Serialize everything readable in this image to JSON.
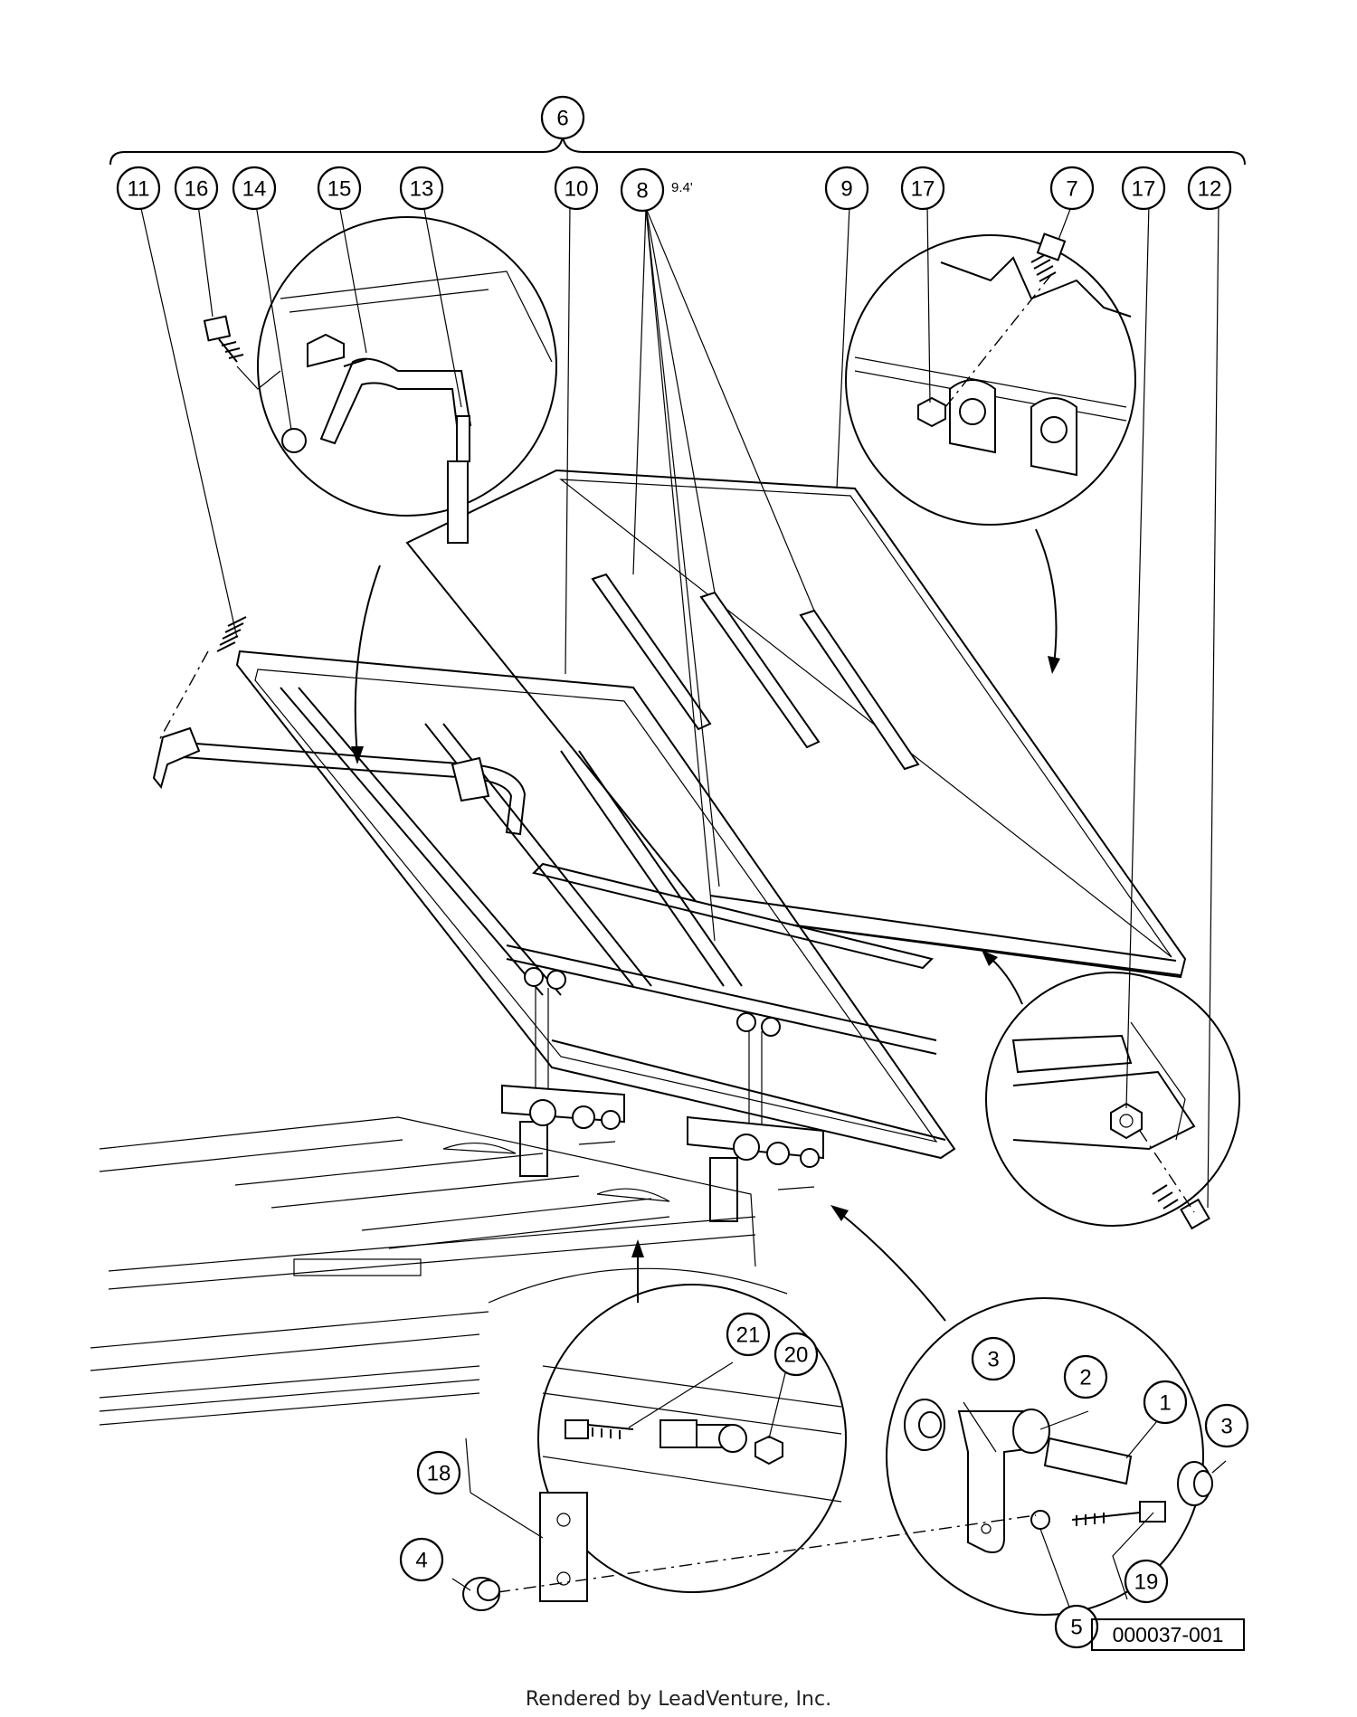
{
  "figure_id": "000037-001",
  "footer_credit": "Rendered by LeadVenture, Inc.",
  "scale_note": "9.4'",
  "callouts": [
    {
      "id": "c6",
      "label": "6"
    },
    {
      "id": "c11",
      "label": "11"
    },
    {
      "id": "c16",
      "label": "16"
    },
    {
      "id": "c14",
      "label": "14"
    },
    {
      "id": "c15",
      "label": "15"
    },
    {
      "id": "c13",
      "label": "13"
    },
    {
      "id": "c10",
      "label": "10"
    },
    {
      "id": "c8",
      "label": "8"
    },
    {
      "id": "c9",
      "label": "9"
    },
    {
      "id": "c17a",
      "label": "17"
    },
    {
      "id": "c7",
      "label": "7"
    },
    {
      "id": "c17b",
      "label": "17"
    },
    {
      "id": "c12",
      "label": "12"
    },
    {
      "id": "c21",
      "label": "21"
    },
    {
      "id": "c20",
      "label": "20"
    },
    {
      "id": "c3a",
      "label": "3"
    },
    {
      "id": "c2",
      "label": "2"
    },
    {
      "id": "c1",
      "label": "1"
    },
    {
      "id": "c3b",
      "label": "3"
    },
    {
      "id": "c18",
      "label": "18"
    },
    {
      "id": "c4",
      "label": "4"
    },
    {
      "id": "c5",
      "label": "5"
    },
    {
      "id": "c19",
      "label": "19"
    }
  ]
}
